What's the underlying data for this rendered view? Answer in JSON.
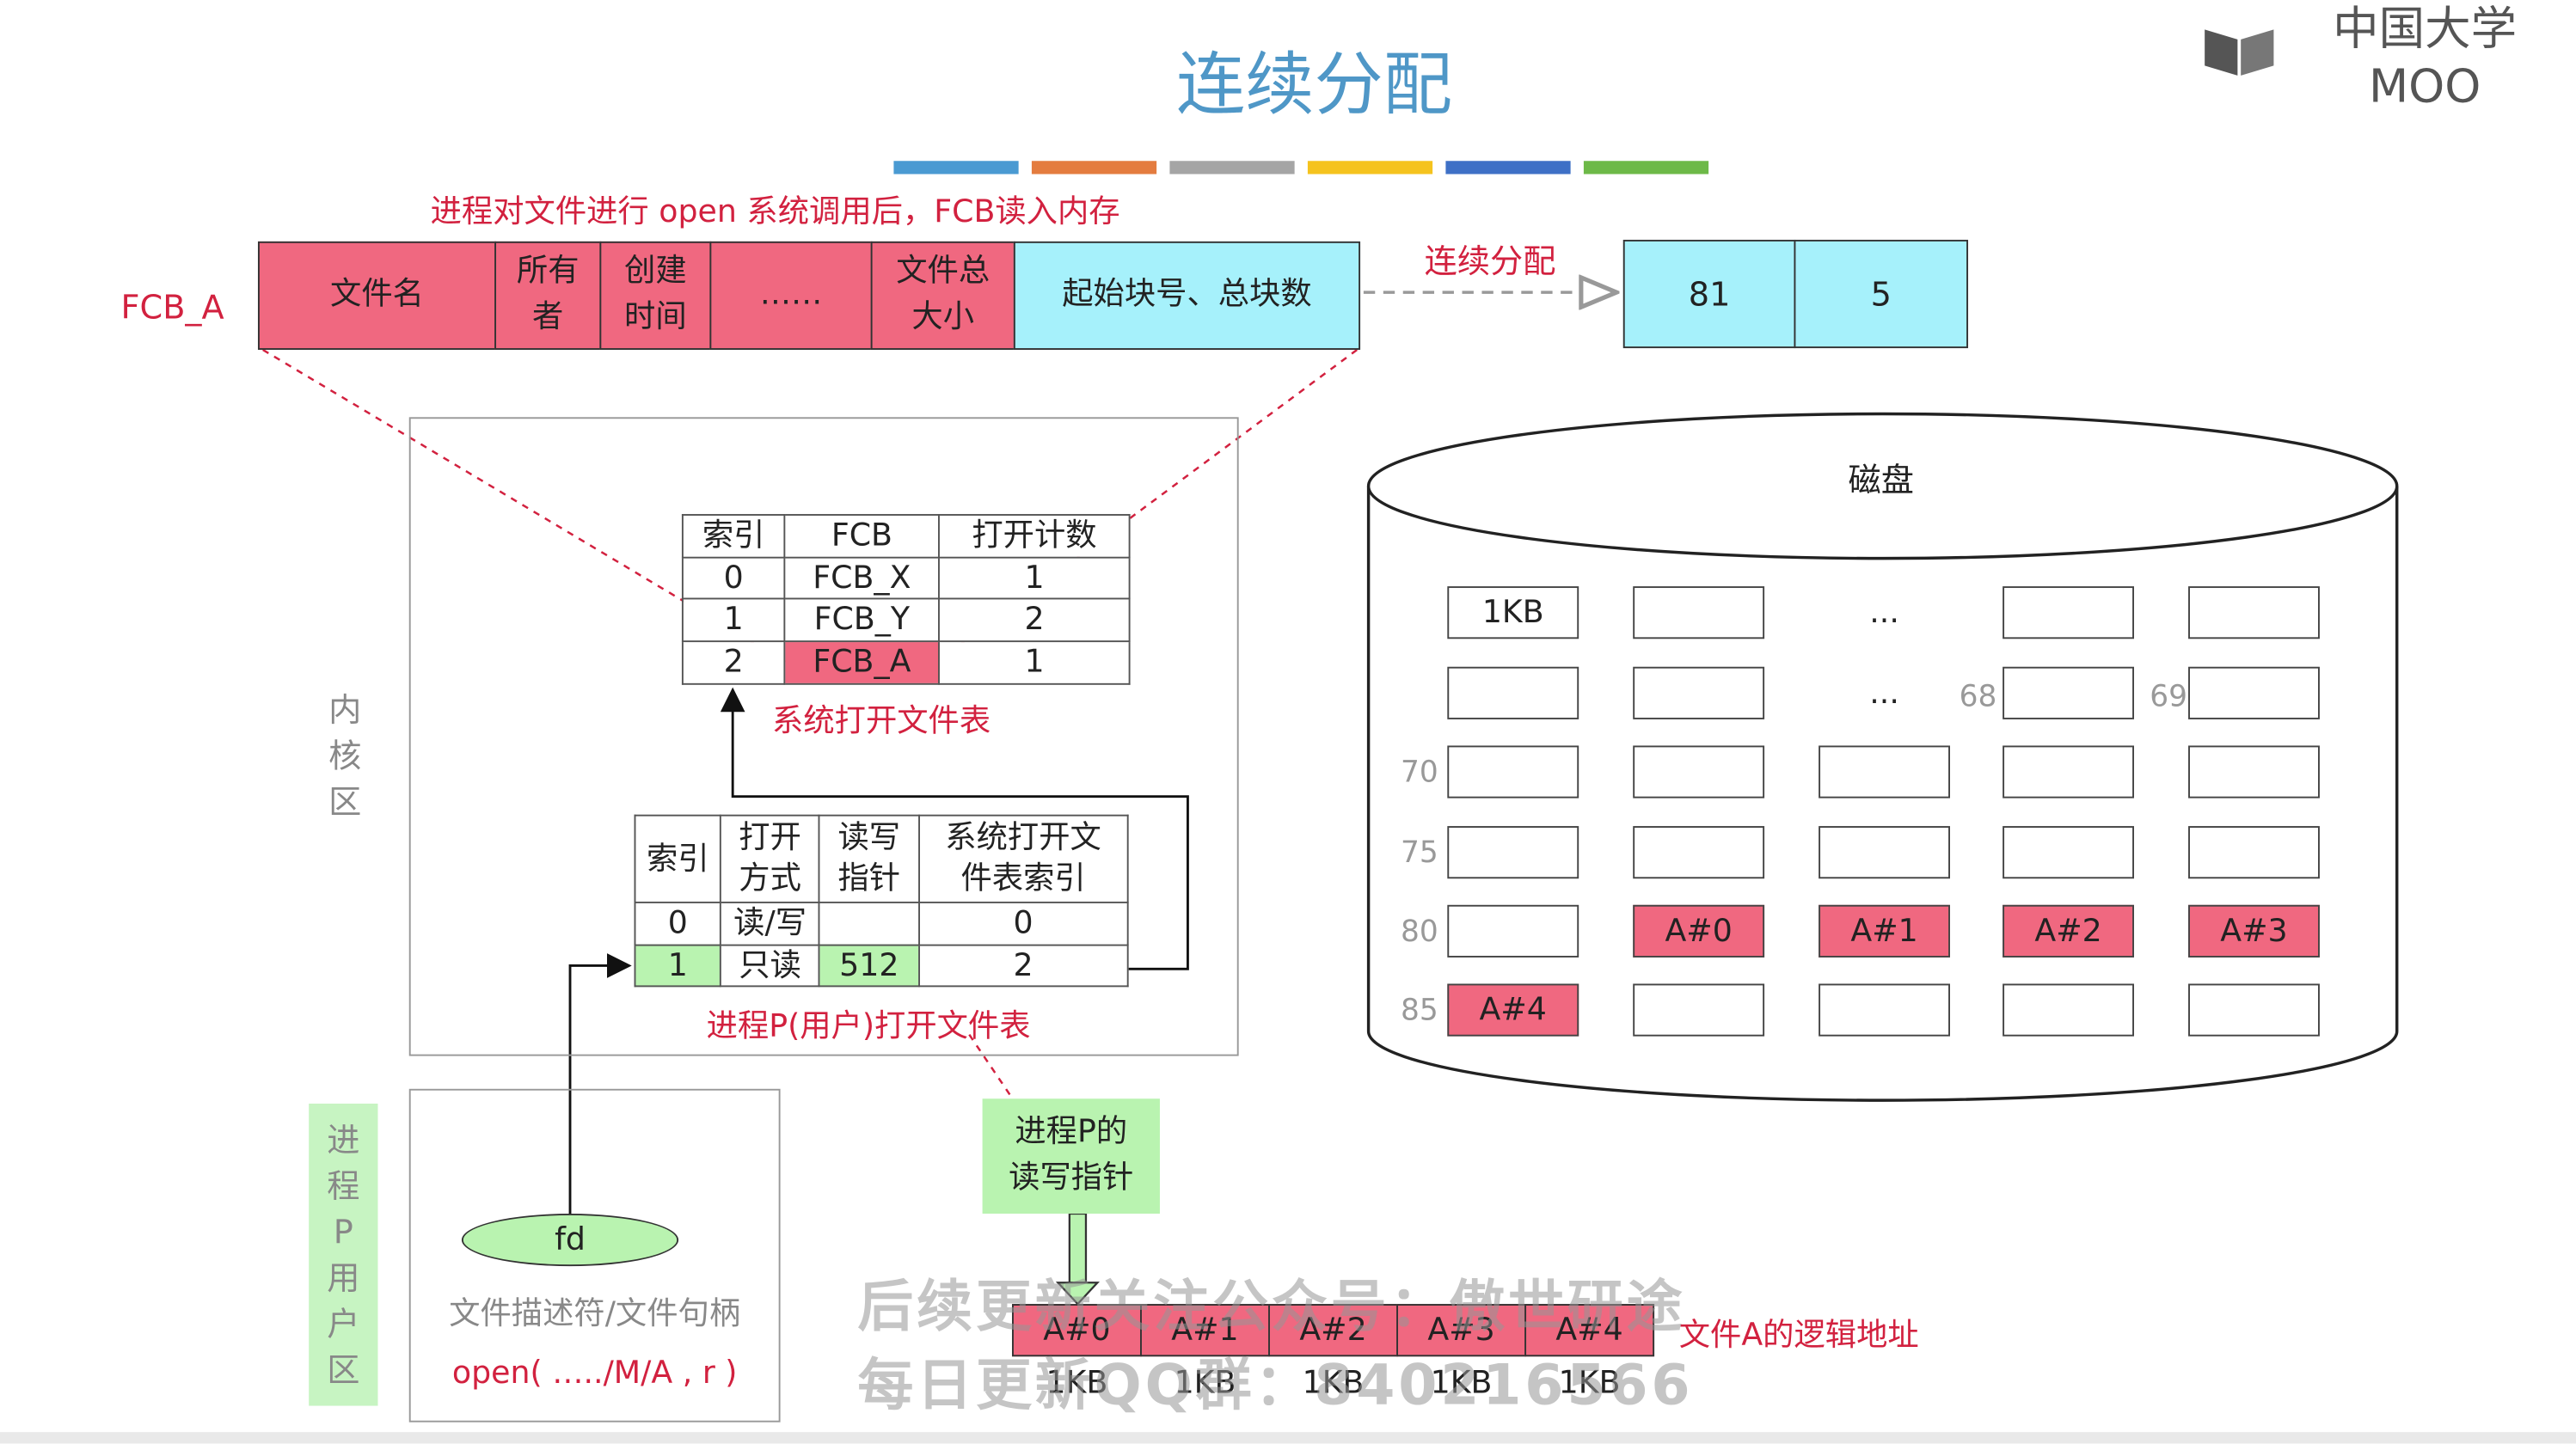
{
  "title": "连续分配",
  "logo": {
    "text": "中国大学MOO",
    "icon": "mooc-book-icon"
  },
  "color_bar": [
    "#4a9ad2",
    "#e47c3f",
    "#a5a5a5",
    "#f5c31e",
    "#3e70c6",
    "#6db948"
  ],
  "colors": {
    "accent_pink": "#f06880",
    "cyan": "#a6f1fb",
    "light_green": "#b9f3b0",
    "label_red": "#d2213f",
    "title_blue": "#4f97c7"
  },
  "fcb": {
    "caption": "进程对文件进行 open 系统调用后，FCB读入内存",
    "label": "FCB_A",
    "fields": [
      "文件名",
      "所有\n者",
      "创建\n时间",
      "……",
      "文件总\n大小",
      "起始块号、总块数"
    ]
  },
  "contiguous": {
    "label": "连续分配",
    "start_block": "81",
    "block_count": "5"
  },
  "kernel_label": "内\n核\n区",
  "user_label": "进\n程\nP\n用\n户\n区",
  "system_table": {
    "caption": "系统打开文件表",
    "headers": [
      "索引",
      "FCB",
      "打开计数"
    ],
    "rows": [
      [
        "0",
        "FCB_X",
        "1"
      ],
      [
        "1",
        "FCB_Y",
        "2"
      ],
      [
        "2",
        "FCB_A",
        "1"
      ]
    ]
  },
  "process_table": {
    "caption": "进程P(用户)打开文件表",
    "headers": [
      "索引",
      "打开\n方式",
      "读写\n指针",
      "系统打开文\n件表索引"
    ],
    "rows": [
      [
        "0",
        "读/写",
        "",
        "0"
      ],
      [
        "1",
        "只读",
        "512",
        "2"
      ]
    ]
  },
  "user_area": {
    "fd": "fd",
    "fd_caption": "文件描述符/文件句柄",
    "call": "open( …../M/A , r )"
  },
  "rw_pointer_label": "进程P的\n读写指针",
  "logical": {
    "label": "文件A的逻辑地址",
    "blocks": [
      "A#0",
      "A#1",
      "A#2",
      "A#3",
      "A#4"
    ],
    "sizes": [
      "1KB",
      "1KB",
      "1KB",
      "1KB",
      "1KB"
    ]
  },
  "disk": {
    "title": "磁盘",
    "row_labels": [
      "",
      "",
      "70",
      "75",
      "80",
      "85"
    ],
    "rows": [
      [
        "1KB",
        "",
        "...",
        "",
        ""
      ],
      [
        "",
        "",
        "...",
        "",
        ""
      ],
      [
        "",
        "",
        "",
        "",
        ""
      ],
      [
        "",
        "",
        "",
        "",
        ""
      ],
      [
        "",
        "A#0",
        "A#1",
        "A#2",
        "A#3"
      ],
      [
        "A#4",
        "",
        "",
        "",
        ""
      ]
    ],
    "side_numbers": [
      "68",
      "69"
    ]
  },
  "watermark": {
    "line1": "后续更新关注公众号：傲世研途",
    "line2": "每日更新QQ群：840216566"
  }
}
